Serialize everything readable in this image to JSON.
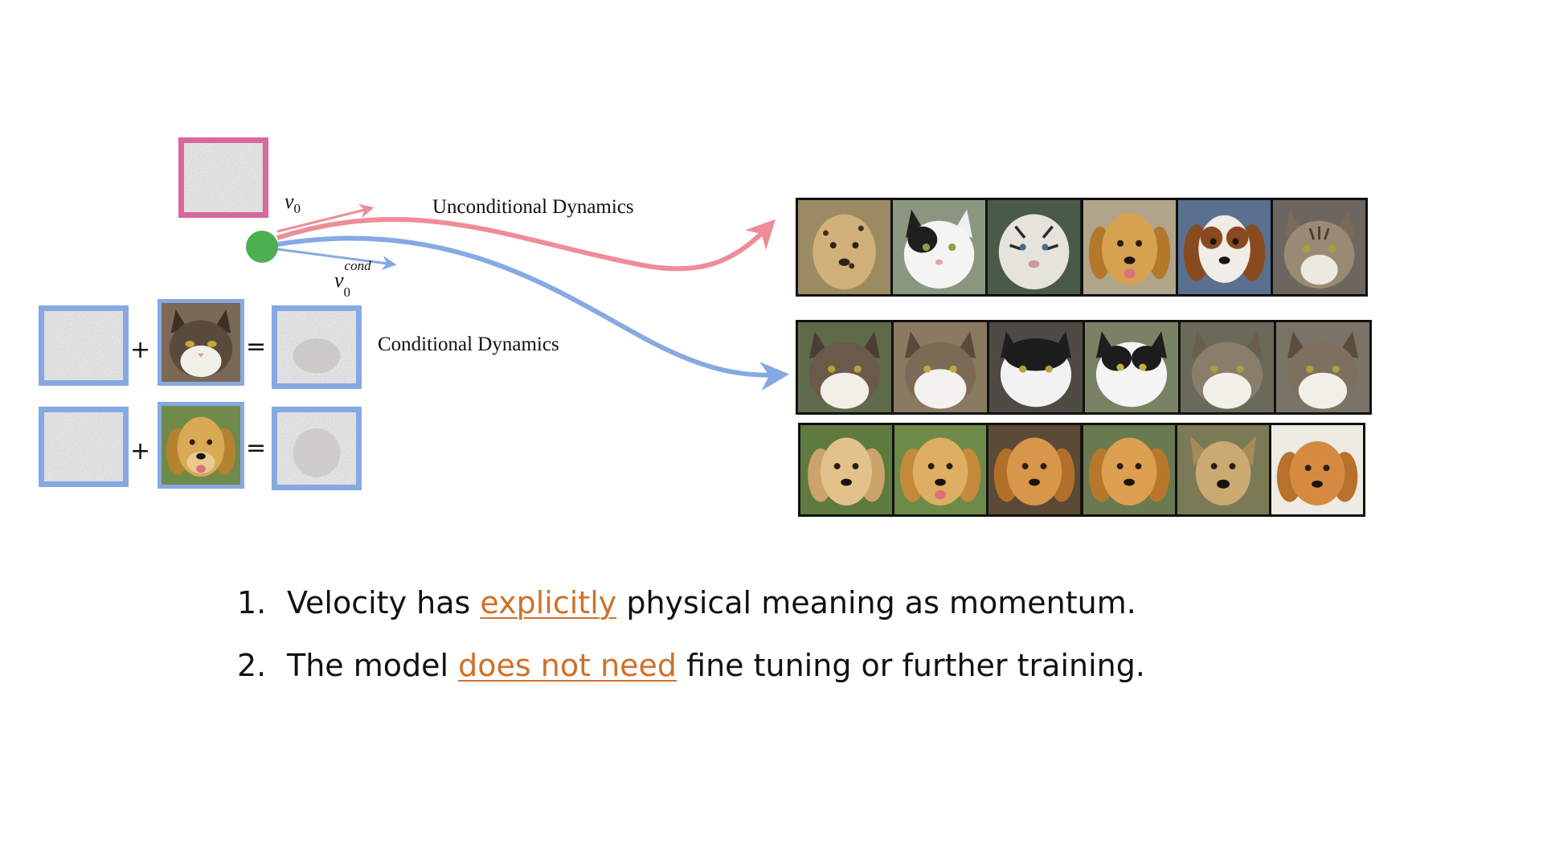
{
  "diagram": {
    "unconditional_label": "Unconditional Dynamics",
    "conditional_label": "Conditional Dynamics",
    "v0_symbol": "v",
    "v0_subscript": "0",
    "vcond_symbol": "v",
    "vcond_subscript": "0",
    "vcond_superscript": "cond",
    "plus_sign": "+",
    "equals_sign": "=",
    "colors": {
      "unconditional_arrow": "#ee8d97",
      "conditional_arrow": "#86a9e4",
      "start_point": "#4caf50",
      "noise_frame_pink": "#d8669f",
      "noise_frame_blue": "#86a9e4"
    },
    "condition_images": [
      "cat-face-image",
      "golden-retriever-face-image"
    ],
    "unconditional_samples": [
      "cheetah",
      "black-white-cat",
      "white-tiger",
      "golden-retriever",
      "spaniel",
      "tabby-cat"
    ],
    "conditional_cat_samples": [
      "tabby-white-cat",
      "tabby-white-cat",
      "black-white-cat",
      "black-white-cat",
      "tabby-white-cat",
      "tabby-white-cat"
    ],
    "conditional_dog_samples": [
      "golden-retriever",
      "golden-retriever",
      "golden-retriever",
      "golden-retriever",
      "tan-mixed-dog",
      "golden-puppy"
    ]
  },
  "bullets": [
    {
      "number": "1.",
      "before": "Velocity has ",
      "highlight": "explicitly",
      "after": " physical meaning as momentum."
    },
    {
      "number": "2.",
      "before": "The model ",
      "highlight": "does not need",
      "after": " fine tuning or further training."
    }
  ]
}
